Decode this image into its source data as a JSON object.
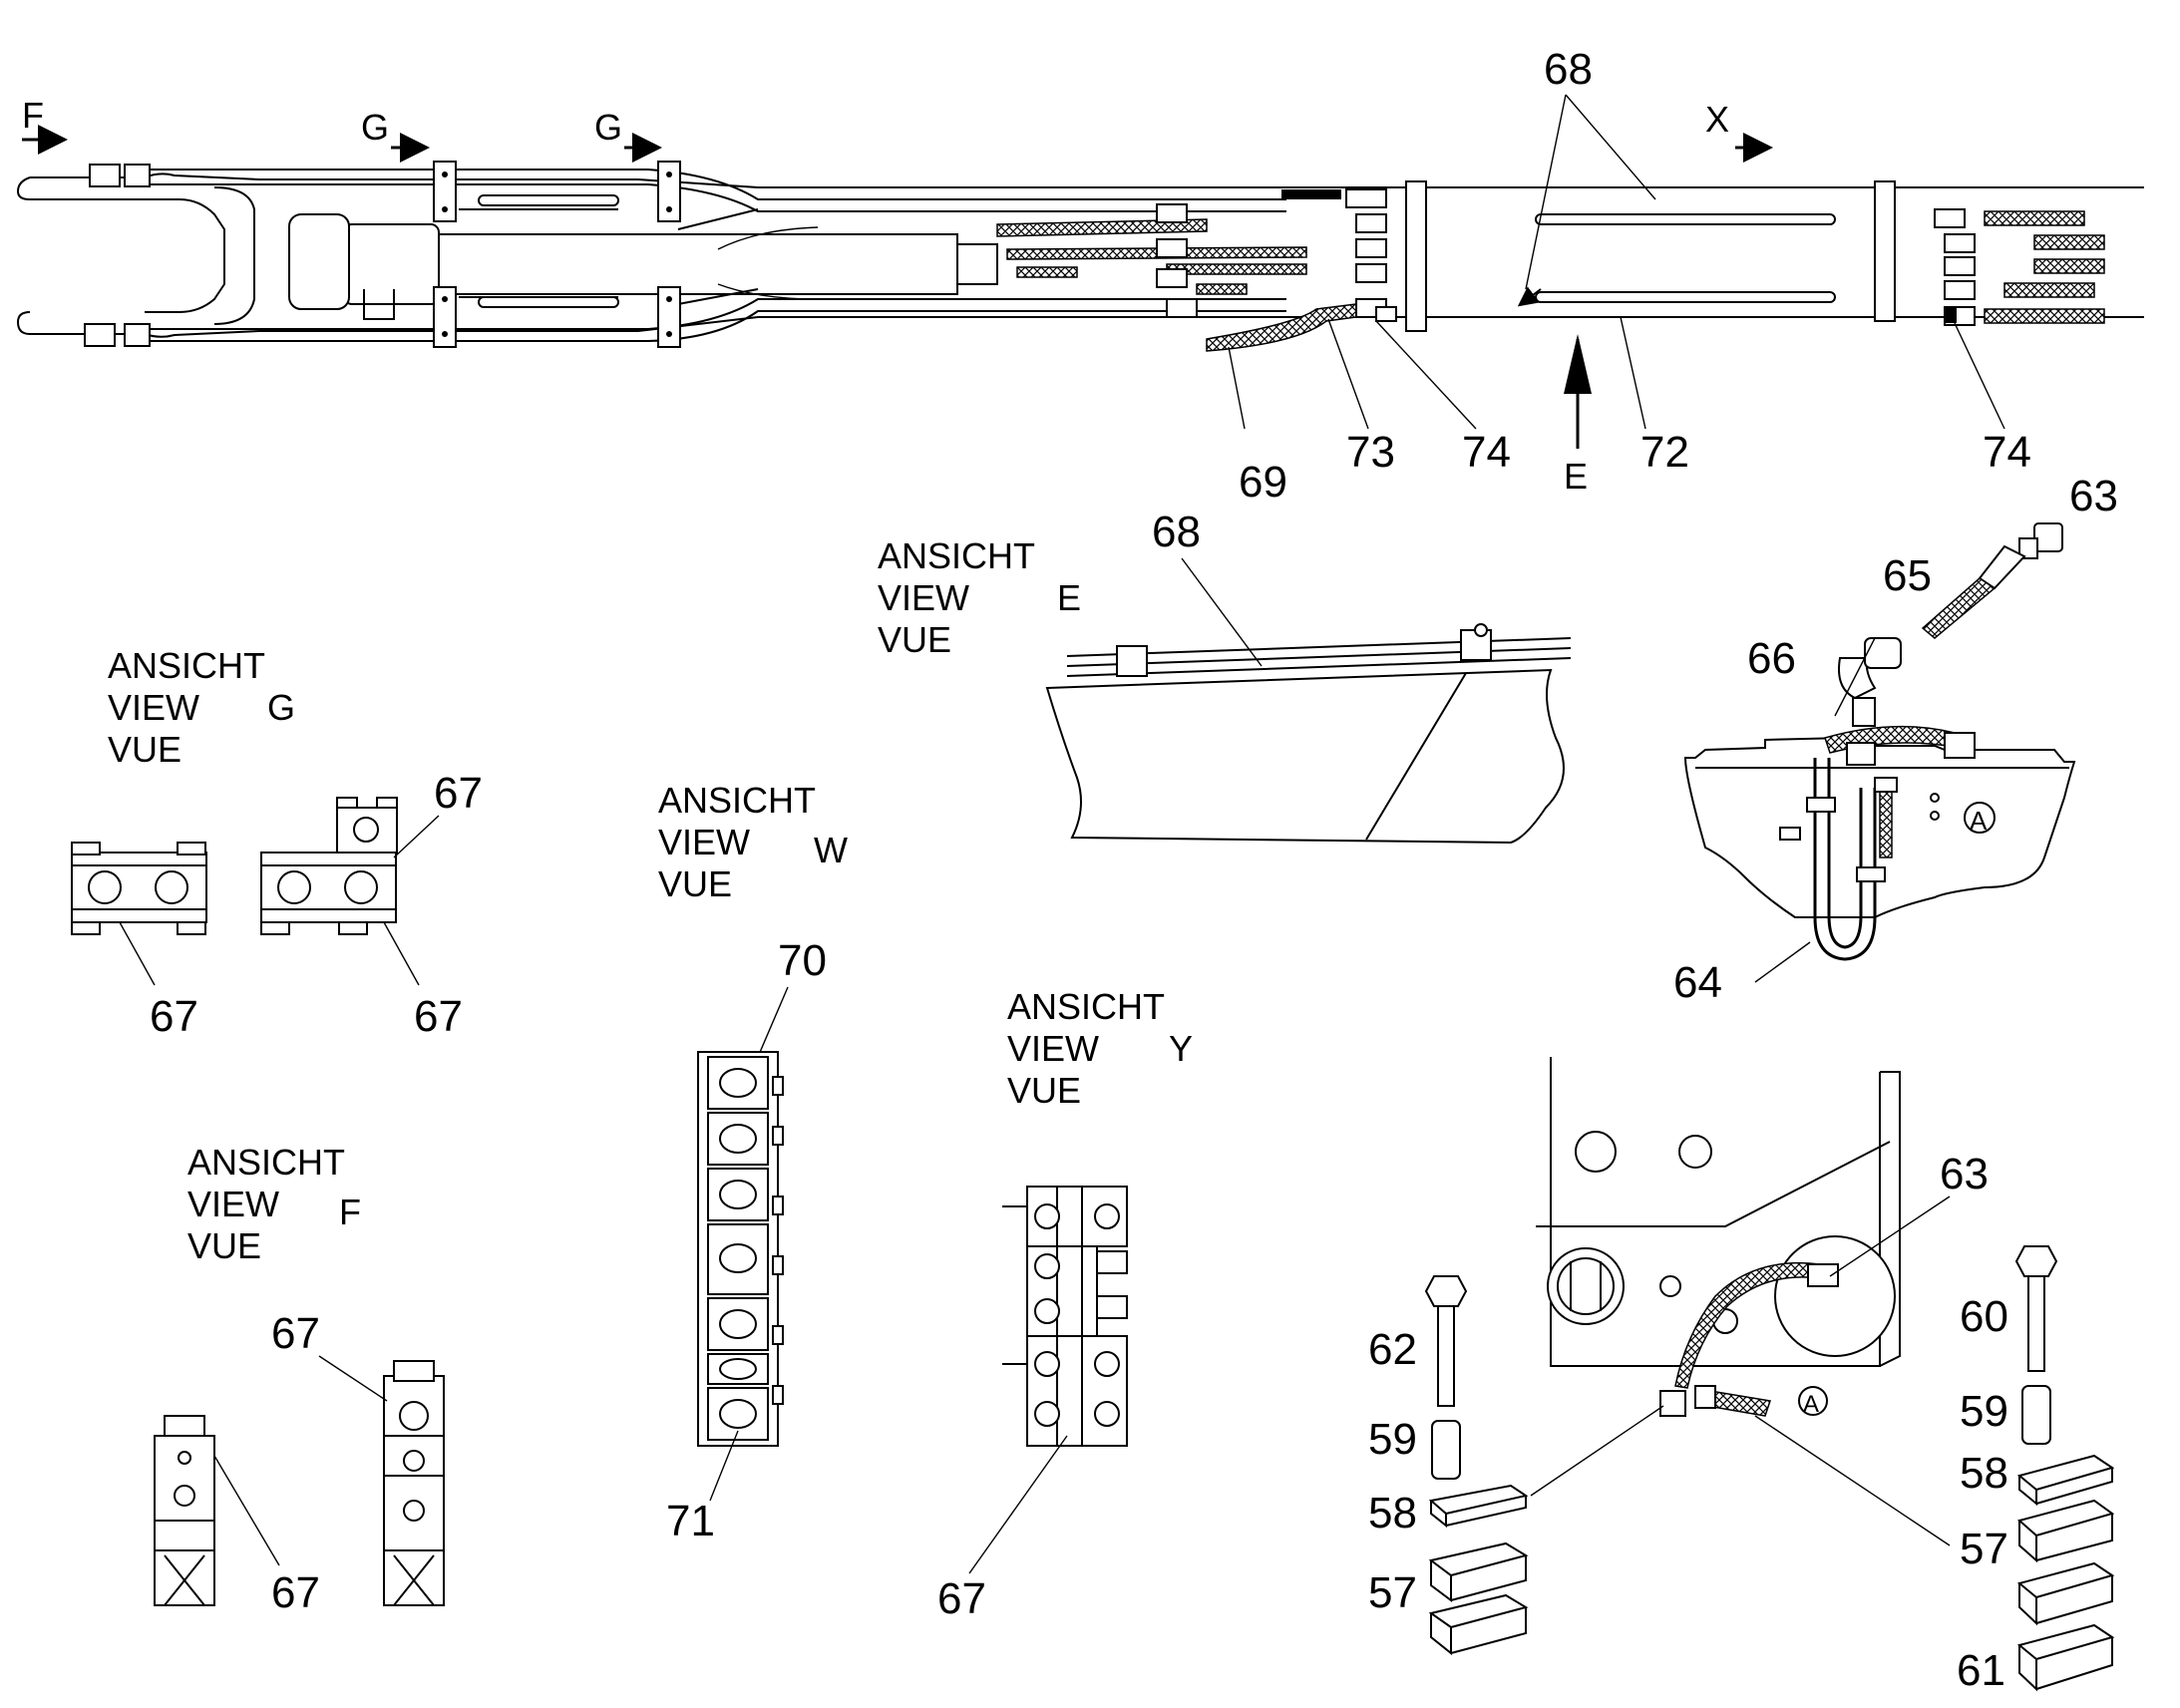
{
  "diagram": {
    "section_arrows": {
      "F": "F",
      "G1": "G",
      "G2": "G",
      "X": "X",
      "E": "E"
    },
    "views": {
      "E": {
        "line1": "ANSICHT",
        "line2": "VIEW",
        "line3": "VUE",
        "letter": "E"
      },
      "G": {
        "line1": "ANSICHT",
        "line2": "VIEW",
        "line3": "VUE",
        "letter": "G"
      },
      "W": {
        "line1": "ANSICHT",
        "line2": "VIEW",
        "line3": "VUE",
        "letter": "W"
      },
      "Y": {
        "line1": "ANSICHT",
        "line2": "VIEW",
        "line3": "VUE",
        "letter": "Y"
      },
      "F": {
        "line1": "ANSICHT",
        "line2": "VIEW",
        "line3": "VUE",
        "letter": "F"
      }
    },
    "callouts": {
      "main_68": "68",
      "main_69": "69",
      "main_73": "73",
      "main_74a": "74",
      "main_72": "72",
      "main_74b": "74",
      "view_e_68": "68",
      "tank_63": "63",
      "tank_65": "65",
      "tank_66": "66",
      "tank_64": "64",
      "g_67_top": "67",
      "g_67_left": "67",
      "g_67_right": "67",
      "w_70": "70",
      "w_71": "71",
      "y_67": "67",
      "f_67_top": "67",
      "f_67_bottom": "67",
      "block_63": "63",
      "left_62": "62",
      "left_59": "59",
      "left_58": "58",
      "left_57": "57",
      "right_60": "60",
      "right_59": "59",
      "right_58": "58",
      "right_57": "57",
      "right_61": "61"
    },
    "detail_marks": {
      "tank_a": "A",
      "block_a": "A"
    }
  }
}
